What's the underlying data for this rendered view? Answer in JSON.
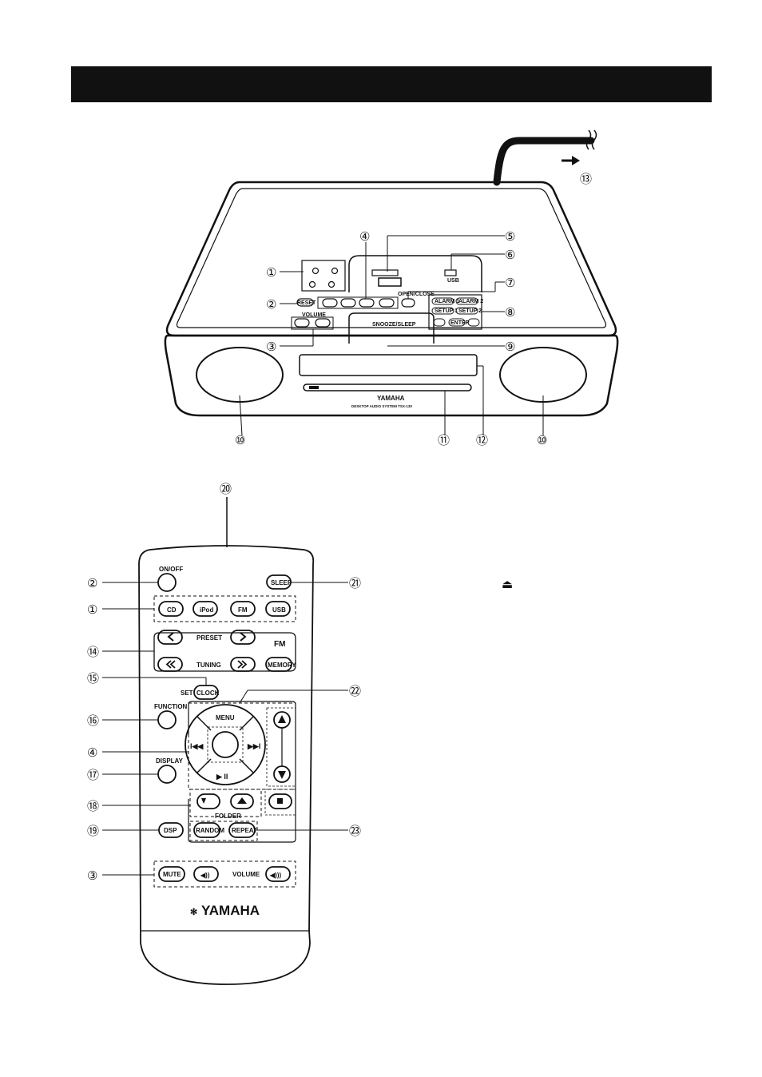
{
  "main_unit": {
    "callouts": {
      "c1": "①",
      "c2": "②",
      "c3": "③",
      "c4": "④",
      "c5": "⑤",
      "c6": "⑥",
      "c7": "⑦",
      "c8": "⑧",
      "c9": "⑨",
      "c10": "⑩",
      "c11": "⑪",
      "c12": "⑫",
      "c13": "⑬"
    },
    "panel_labels": {
      "reset": "RESET",
      "volume": "VOLUME",
      "snooze_sleep": "SNOOZE/SLEEP",
      "open_close": "OPEN/CLOSE",
      "usb": "USB",
      "alarm1": "ALARM 1",
      "alarm2": "ALARM 2",
      "setup1": "SETUP 1",
      "setup2": "SETUP 2",
      "enter": "ENTER",
      "brand": "YAMAHA",
      "model": "DESKTOP AUDIO SYSTEM TSX-130"
    }
  },
  "remote": {
    "callouts": {
      "c2": "②",
      "c1": "①",
      "c14": "⑭",
      "c15": "⑮",
      "c16": "⑯",
      "c4": "④",
      "c17": "⑰",
      "c18": "⑱",
      "c19": "⑲",
      "c3": "③",
      "c20": "⑳",
      "c21": "㉑",
      "c22": "㉒",
      "c23": "㉓"
    },
    "labels": {
      "on_off": "ON/OFF",
      "sleep": "SLEEP",
      "cd": "CD",
      "ipod": "iPod",
      "fm": "FM",
      "usb": "USB",
      "preset": "PRESET",
      "fm_group": "FM",
      "tuning": "TUNING",
      "memory": "MEMORY",
      "set": "SET",
      "clock": "CLOCK",
      "function": "FUNCTION",
      "menu": "MENU",
      "display": "DISPLAY",
      "folder": "FOLDER",
      "dsp": "DSP",
      "random": "RANDOM",
      "repeat": "REPEAT",
      "mute": "MUTE",
      "volume": "VOLUME",
      "brand": "YAMAHA"
    }
  },
  "side_note": {
    "eject_symbol": "⏏"
  }
}
